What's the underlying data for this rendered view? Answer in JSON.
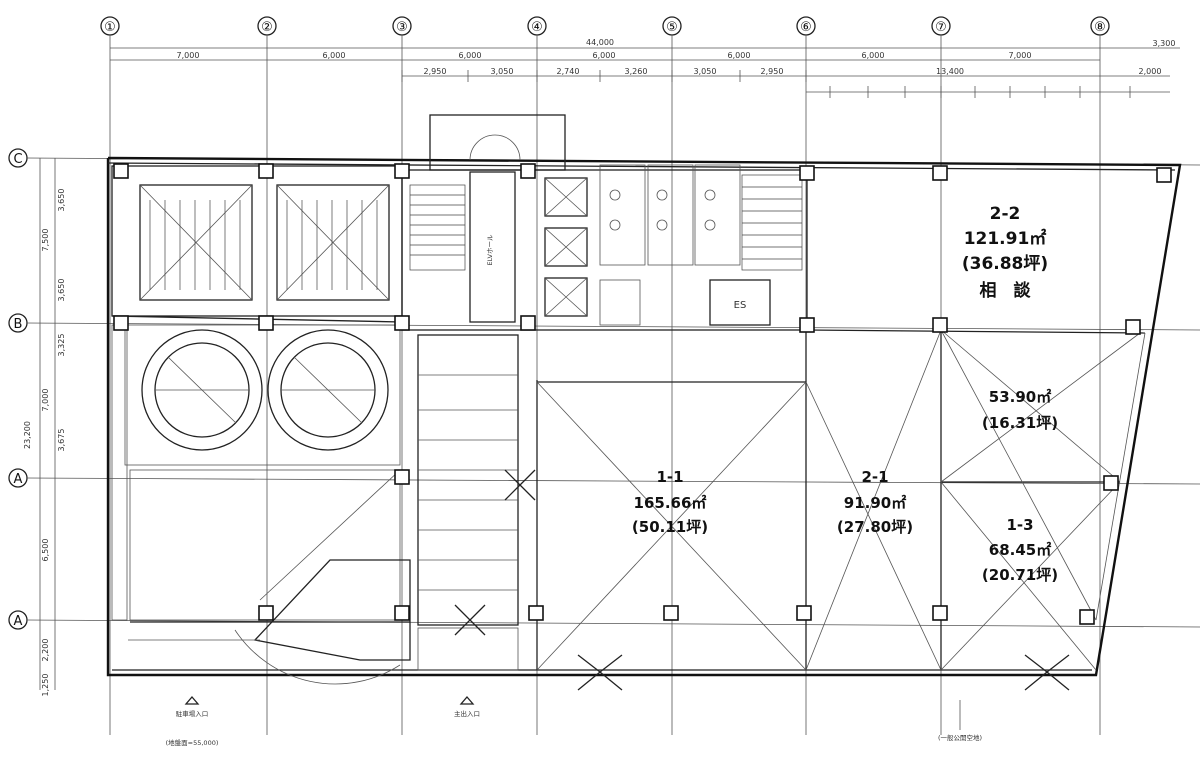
{
  "grid_columns": [
    "①",
    "②",
    "③",
    "④",
    "⑤",
    "⑥",
    "⑦",
    "⑧"
  ],
  "grid_rows": [
    "C",
    "B",
    "A",
    "A"
  ],
  "dims_top_main": [
    "7,000",
    "6,000",
    "6,000",
    "6,000",
    "6,000",
    "6,000",
    "7,000"
  ],
  "dims_total": "44,000",
  "dim_right_extra": "3,300",
  "dims_top_sub": [
    "2,950",
    "3,050",
    "2,740",
    "3,260",
    "3,050",
    "2,950"
  ],
  "dims_top_right": [
    "13,400",
    "2,000"
  ],
  "dims_left": [
    "3,650",
    "7,500",
    "3,650",
    "3,325",
    "7,000",
    "3,675",
    "6,500",
    "2,200",
    "1,250"
  ],
  "dim_left_total": "23,200",
  "rooms": [
    {
      "id": "2-2",
      "area": "121.91㎡",
      "tsubo": "(36.88坪)",
      "note": "相　談"
    },
    {
      "id": "",
      "area": "53.90㎡",
      "tsubo": "(16.31坪)",
      "note": ""
    },
    {
      "id": "1-1",
      "area": "165.66㎡",
      "tsubo": "(50.11坪)",
      "note": ""
    },
    {
      "id": "2-1",
      "area": "91.90㎡",
      "tsubo": "(27.80坪)",
      "note": ""
    },
    {
      "id": "1-3",
      "area": "68.45㎡",
      "tsubo": "(20.71坪)",
      "note": ""
    }
  ],
  "labels": {
    "es": "ES",
    "elv": "ELVホール",
    "entrance": "主出入口",
    "entrance2": "駐車場入口",
    "note_bottom": "(一般公開空地)",
    "note_level": "(地盤面=55,000)"
  }
}
